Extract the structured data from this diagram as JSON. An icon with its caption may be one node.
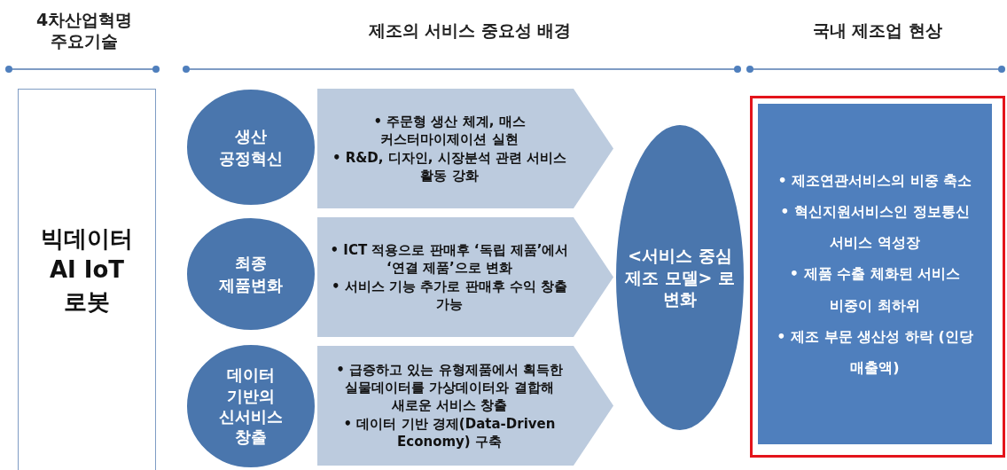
{
  "diagram": {
    "nodes": [
      {
        "text": [
          "빅데이터 AI IoT 로봇"
        ]
      },
      {
        "text": [
          "생산 공정혁신"
        ]
      },
      {
        "text": [
          "• 주문형 생산 체계, 매스 커스터마이제이션 실현",
          "• R&D, 디자인, 시장분석 관련 서비스 활동 강화"
        ]
      },
      {
        "text": [
          "최종 제품변화"
        ]
      },
      {
        "text": [
          "• ICT 적용으로 판매후 ‘독립 제품’에서 ‘연결 제품’으로 변화",
          "• 서비스 기능 추가로 판매후 수익 창출 가능"
        ]
      },
      {
        "text": [
          "데이터 기반의 신서비스 창출"
        ]
      },
      {
        "text": [
          "• 급증하고 있는 유형제품에서 획득한 실물데이터를 가상데이터와 결합해 새로운 서비스 창출",
          "• 데이터 기반 경제(Data-Driven Economy) 구축"
        ]
      },
      {
        "text": [
          "<서비스 중심 제조 모델> 로 변화"
        ]
      },
      {
        "text": [],
        "shape": "box"
      },
      {
        "text": [
          "• 제조연관서비스의 비중 축소",
          "• 혁신지원서비스인 정보통신 서비스 역성장",
          "• 제품 수출 체화된 서비스 비중이 최하위",
          "• 제조 부문 생산성 하락 (인당 매출액)"
        ],
        "in": 8
      }
    ],
    "labels": [
      "4차산업혁명 주요기술",
      "제조의 서비스 중요성 배경",
      "국내 제조업 현상"
    ]
  }
}
